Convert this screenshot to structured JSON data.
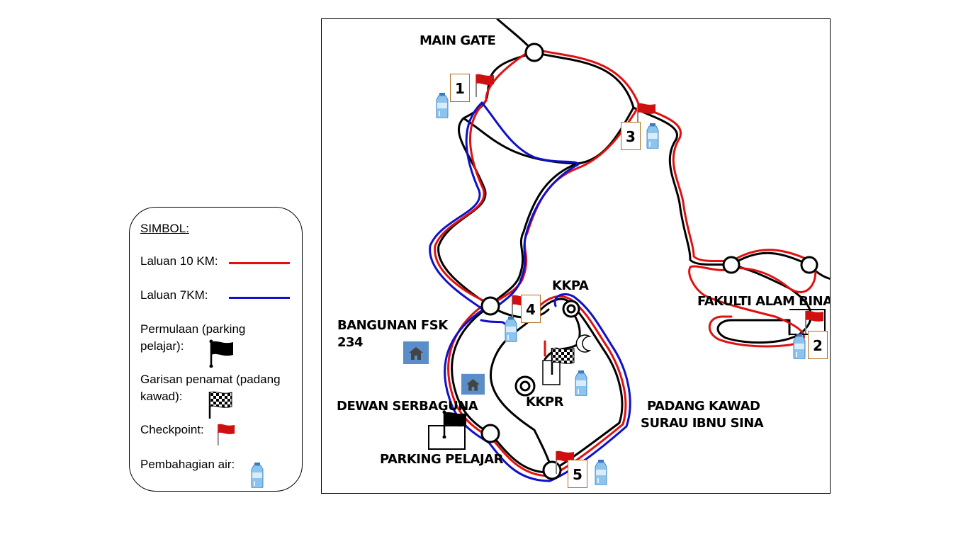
{
  "legend": {
    "title": "SIMBOL:",
    "route_10km": "Laluan 10 KM:",
    "route_7km": "Laluan 7KM:",
    "start": "Permulaan (parking pelajar):",
    "finish": "Garisan penamat (padang kawad):",
    "checkpoint": "Checkpoint:",
    "water": "Pembahagian air:"
  },
  "map": {
    "labels": {
      "main_gate": "MAIN GATE",
      "bangunan_fsk": "BANGUNAN FSK",
      "fsk_number": "234",
      "kkpa": "KKPA",
      "kkpr": "KKPR",
      "fakulti_alam_bina": "FAKULTI ALAM BINA",
      "dewan_serbaguna": "DEWAN SERBAGUNA",
      "parking_pelajar": "PARKING PELAJAR",
      "padang_kawad": "PADANG KAWAD",
      "surau_ibnu_sina": "SURAU IBNU SINA"
    },
    "checkpoints": [
      "1",
      "2",
      "3",
      "4",
      "5"
    ]
  },
  "colors": {
    "route_10km": "#e01010",
    "route_7km": "#1010c8",
    "road": "#000000",
    "checkpoint_flag": "#d01010",
    "water_bottle": "#6aa8e0",
    "building": "#5b8ec8"
  },
  "icons": {
    "start": "black-flag-icon",
    "finish": "checkered-flag-icon",
    "checkpoint": "red-flag-icon",
    "water": "water-bottle-icon",
    "building": "house-icon",
    "surau": "crescent-moon-icon"
  }
}
